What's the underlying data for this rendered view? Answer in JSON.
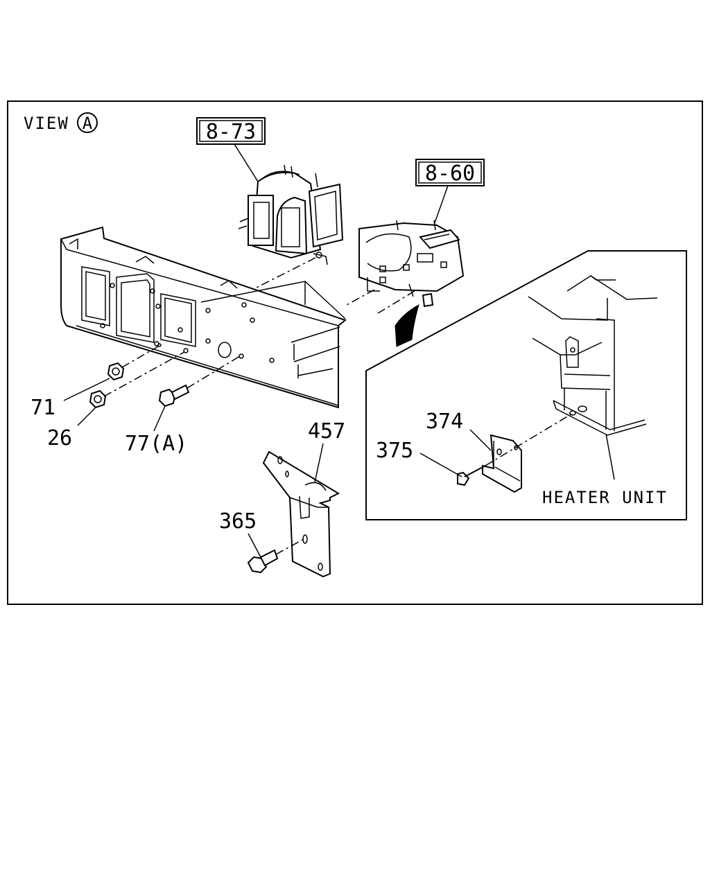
{
  "view": {
    "prefix": "VIEW",
    "circled_letter": "A"
  },
  "refs": {
    "blower": "8-73",
    "evaporator": "8-60"
  },
  "callouts": {
    "nut_71": "71",
    "nut_26": "26",
    "bolt_77": "77(A)",
    "bracket_457": "457",
    "bolt_365": "365",
    "bracket_374": "374",
    "screw_375": "375"
  },
  "detail": {
    "heater_unit_label": "HEATER UNIT"
  }
}
